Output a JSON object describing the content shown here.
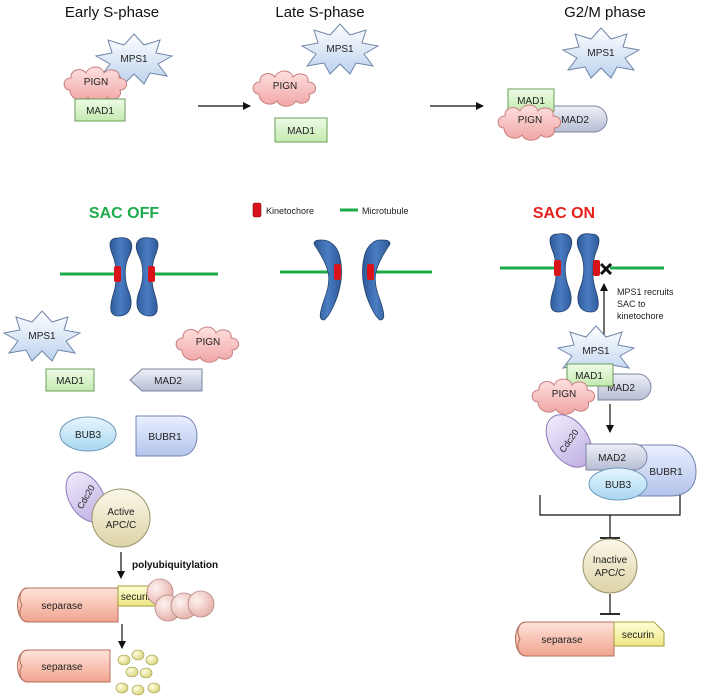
{
  "phases": {
    "early": "Early S-phase",
    "late": "Late S-phase",
    "g2m": "G2/M phase"
  },
  "sac": {
    "off": "SAC OFF",
    "on": "SAC ON",
    "off_color": "#1faa4b",
    "on_color": "#e8201b"
  },
  "legend": {
    "kinetochore": "Kinetochore",
    "microtubule": "Microtubule",
    "kinetochore_color": "#d8141a",
    "microtubule_color": "#1dab48"
  },
  "proteins": {
    "mps1": "MPS1",
    "pign": "PIGN",
    "mad1": "MAD1",
    "mad2": "MAD2",
    "bub3": "BUB3",
    "bubr1": "BUBR1",
    "cdc20": "Cdc20",
    "active_apc_line1": "Active",
    "active_apc_line2": "APC/C",
    "inactive_apc_line1": "Inactive",
    "inactive_apc_line2": "APC/C",
    "separase": "separase",
    "securin": "securin"
  },
  "annotations": {
    "polyubiquitylation": "polyubiquitylation",
    "recruit_line1": "MPS1 recruits",
    "recruit_line2": "SAC to",
    "recruit_line3": "kinetochore"
  },
  "colors": {
    "mps1": "#cfe0f5",
    "pign": "#f6b8b8",
    "mad1": "#d4f0c4",
    "mad2": "#c9cfe0",
    "bub3": "#bfe3f5",
    "bubr1": "#c9d5f0",
    "cdc20": "#d5c8ee",
    "apc": "#ede6c8",
    "separase": "#f6b8a6",
    "securin": "#f4f0a0",
    "chromosome": "#3f6fb3"
  }
}
